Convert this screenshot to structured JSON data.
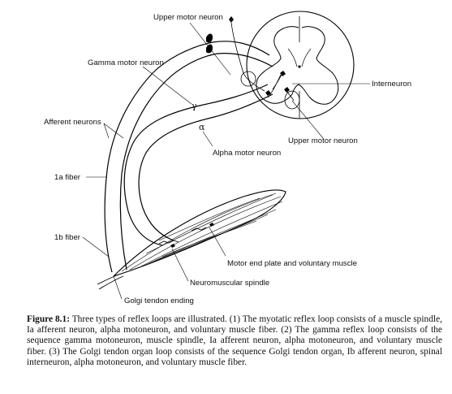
{
  "labels": {
    "upper_motor_neuron_top": "Upper motor neuron",
    "gamma_motor_neuron": "Gamma motor neuron",
    "afferent_neurons": "Afferent neurons",
    "fiber_1a": "1a fiber",
    "fiber_1b": "1b fiber",
    "interneuron": "Interneuron",
    "upper_motor_neuron_right": "Upper motor neuron",
    "alpha_motor_neuron": "Alpha motor neuron",
    "motor_end_plate": "Motor end plate and voluntary muscle",
    "neuromuscular_spindle": "Neuromuscular spindle",
    "golgi_tendon_ending": "Golgi tendon ending"
  },
  "caption": {
    "figure_label": "Figure 8.1:",
    "text": " Three types of reflex loops are illustrated. (1) The myotatic reflex loop consists of a muscle spindle, Ia afferent neuron, alpha motoneuron, and voluntary muscle fiber. (2) The gamma reflex loop consists of the sequence gamma motoneuron, muscle spindle, Ia afferent neuron, alpha motoneuron, and voluntary muscle fiber. (3) The Golgi tendon organ loop consists of the sequence Golgi tendon organ, Ib afferent neuron, spinal interneuron, alpha motoneuron, and voluntary muscle fiber."
  }
}
